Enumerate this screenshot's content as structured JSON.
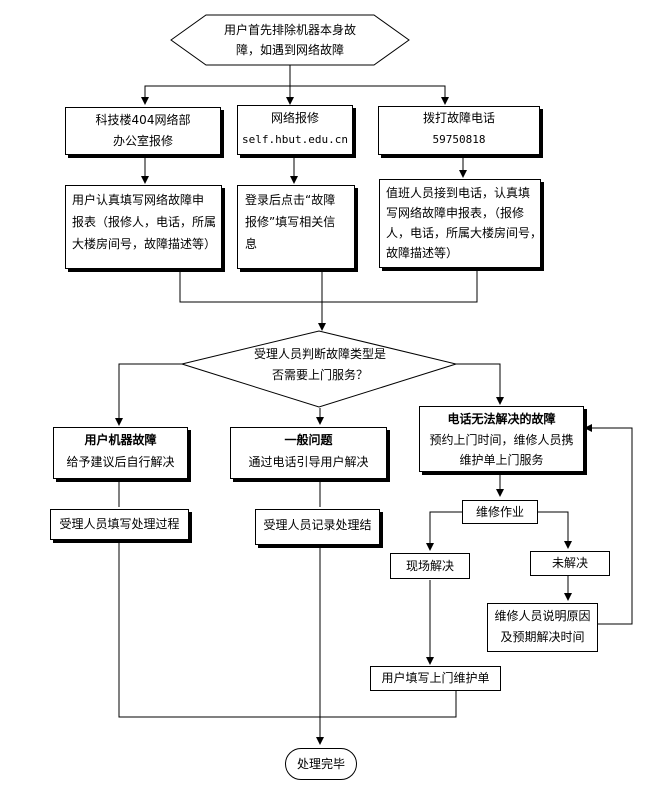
{
  "start": {
    "line1": "用户首先排除机器本身故",
    "line2": "障，如遇到网络故障"
  },
  "report_office": {
    "line1": "科技楼404网络部",
    "line2": "办公室报修"
  },
  "report_online": {
    "line1": "网络报修",
    "line2": "self.hbut.edu.cn"
  },
  "report_phone": {
    "line1": "拨打故障电话",
    "line2": "59750818"
  },
  "fill_form_office": {
    "lines": [
      "用户认真填写网络故障申",
      "报表（报修人，电话，所属",
      "大楼房间号，故障描述等）"
    ]
  },
  "fill_form_online": {
    "lines": [
      "登录后点击“故障",
      "报修”填写相关信",
      "息"
    ]
  },
  "fill_form_phone": {
    "lines": [
      "值班人员接到电话，认真填",
      "写网络故障申报表，（报修",
      "人，电话，所属大楼房间号，",
      "故障描述等）"
    ]
  },
  "judge": {
    "line1": "受理人员判断故障类型是",
    "line2": "否需要上门服务？"
  },
  "user_machine": {
    "title": "用户机器故障",
    "desc": "给予建议后自行解决"
  },
  "general": {
    "title": "一般问题",
    "desc": "通过电话引导用户解决"
  },
  "onsite": {
    "title": "电话无法解决的故障",
    "desc1": "预约上门时间，维修人员携",
    "desc2": "维护单上门服务"
  },
  "record_process": {
    "label": "受理人员填写处理过程"
  },
  "record_result": {
    "label": "受理人员记录处理结"
  },
  "repair_work": {
    "label": "维修作业"
  },
  "solved_onsite": {
    "label": "现场解决"
  },
  "unsolved": {
    "label": "未解决"
  },
  "explain": {
    "line1": "维修人员说明原因",
    "line2": "及预期解决时间"
  },
  "user_fill": {
    "label": "用户填写上门维护单"
  },
  "end": {
    "label": "处理完毕"
  }
}
